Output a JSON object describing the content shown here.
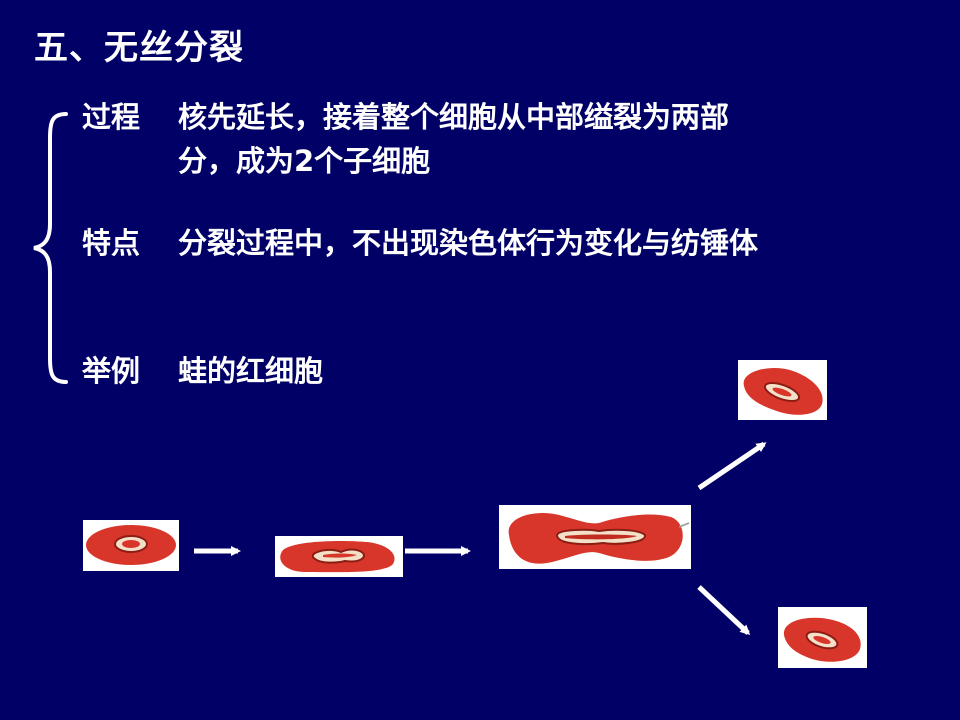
{
  "slide": {
    "title": "五、无丝分裂",
    "rows": [
      {
        "label": "过程",
        "lines": [
          "核先延长，接着整个细胞从中部缢裂为两部",
          "分，成为2个子细胞"
        ]
      },
      {
        "label": "特点",
        "lines": [
          "分裂过程中，不出现染色体行为变化与纺锤体"
        ]
      },
      {
        "label": "举例",
        "lines": [
          "蛙的红细胞"
        ]
      }
    ]
  },
  "colors": {
    "background": "#000066",
    "text": "#ffffff",
    "cell": "#d8362a",
    "arrow": "#ffffff"
  },
  "diagram": {
    "stages": [
      "cell-stage-1",
      "cell-stage-2",
      "cell-stage-3",
      "daughter-cell-top",
      "daughter-cell-bottom"
    ]
  }
}
